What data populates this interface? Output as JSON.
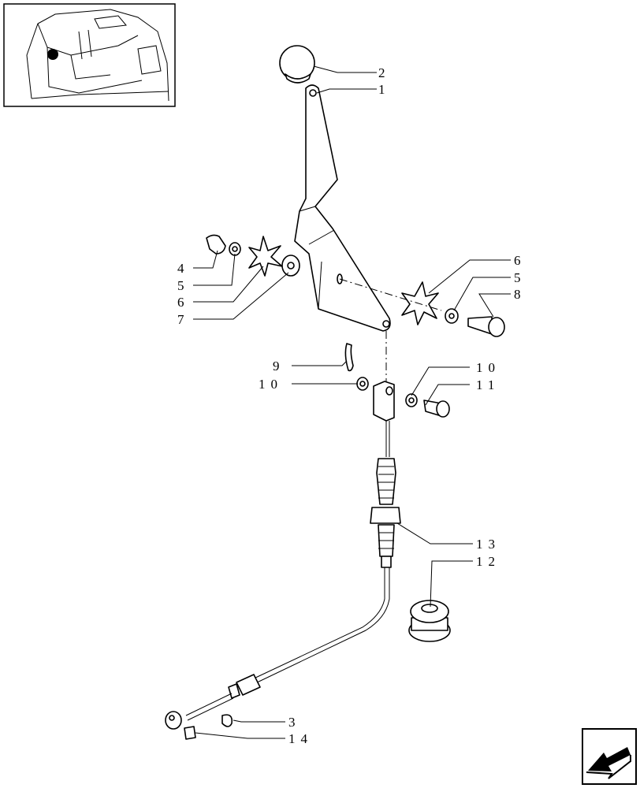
{
  "diagram": {
    "callouts": [
      {
        "id": "c-2",
        "text": "2"
      },
      {
        "id": "c-1",
        "text": "1"
      },
      {
        "id": "c-4",
        "text": "4"
      },
      {
        "id": "c-5a",
        "text": "5"
      },
      {
        "id": "c-6a",
        "text": "6"
      },
      {
        "id": "c-7",
        "text": "7"
      },
      {
        "id": "c-6b",
        "text": "6"
      },
      {
        "id": "c-5b",
        "text": "5"
      },
      {
        "id": "c-8",
        "text": "8"
      },
      {
        "id": "c-9",
        "text": "9"
      },
      {
        "id": "c-10a",
        "text": "10"
      },
      {
        "id": "c-10b",
        "text": "10"
      },
      {
        "id": "c-11",
        "text": "11"
      },
      {
        "id": "c-13",
        "text": "13"
      },
      {
        "id": "c-12",
        "text": "12"
      },
      {
        "id": "c-3",
        "text": "3"
      },
      {
        "id": "c-14",
        "text": "14"
      }
    ],
    "nav_icon": "next-page-arrow-icon"
  }
}
